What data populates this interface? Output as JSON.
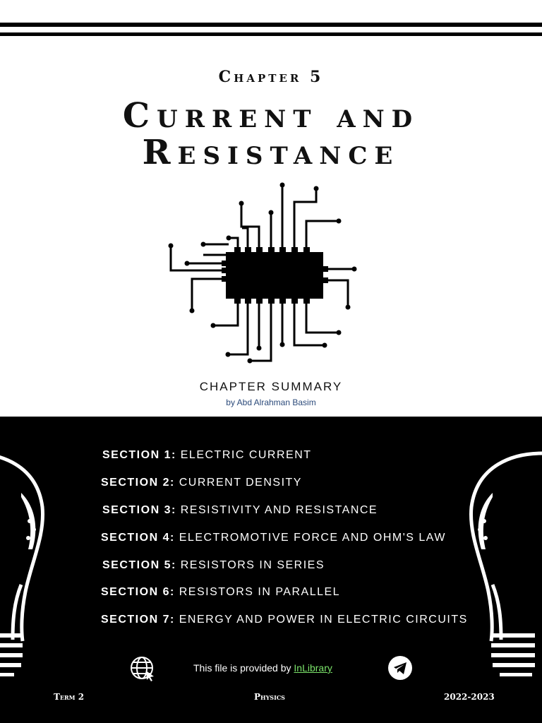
{
  "header": {
    "chapter": "Chapter 5",
    "title_line1": "Current and",
    "title_line2": "Resistance"
  },
  "summary": {
    "label": "CHAPTER SUMMARY",
    "author": "by Abd Alrahman Basim"
  },
  "sections": [
    {
      "num": "SECTION 1:",
      "title": "ELECTRIC CURRENT"
    },
    {
      "num": "SECTION 2:",
      "title": "CURRENT DENSITY"
    },
    {
      "num": "SECTION 3:",
      "title": "RESISTIVITY AND RESISTANCE"
    },
    {
      "num": "SECTION 4:",
      "title": "ELECTROMOTIVE FORCE AND OHM'S LAW"
    },
    {
      "num": "SECTION 5:",
      "title": "RESISTORS IN SERIES"
    },
    {
      "num": "SECTION 6:",
      "title": "RESISTORS IN PARALLEL"
    },
    {
      "num": "SECTION 7:",
      "title": "ENERGY AND POWER IN ELECTRIC CIRCUITS"
    }
  ],
  "provided": {
    "text": "This file is provided by ",
    "link": "InLibrary"
  },
  "footer": {
    "term": "Term 2",
    "subject": "Physics",
    "year": "2022-2023"
  },
  "icons": [
    "globe-icon",
    "telegram-icon",
    "microchip-icon",
    "lightbulb-icon"
  ],
  "colors": {
    "background": "#ffffff",
    "band": "#000000",
    "link": "#7be36a",
    "author": "#2b4a7a"
  }
}
